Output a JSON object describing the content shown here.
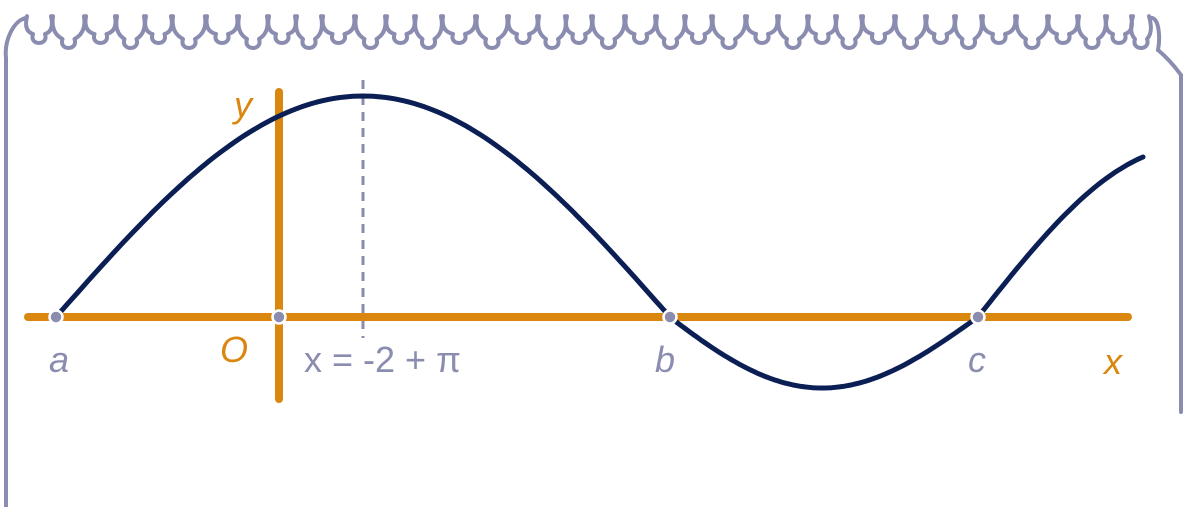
{
  "colors": {
    "frame": "#8a8db0",
    "axis": "#d9870f",
    "curve": "#0b1f55",
    "point": "#8a8db0",
    "label_gray": "#8a8db0",
    "label_orange": "#d9870f",
    "background": "#ffffff"
  },
  "labels": {
    "y_axis": "y",
    "x_axis": "x",
    "origin": "O",
    "point_a": "a",
    "point_b": "b",
    "point_c": "c",
    "symmetry_line": "x = -2 + π"
  },
  "chart_data": {
    "type": "line",
    "title": "",
    "description_text": "",
    "points_on_x_axis": [
      {
        "label": "a"
      },
      {
        "label": "O"
      },
      {
        "label": "b"
      },
      {
        "label": "c"
      }
    ],
    "symmetry_line_label": "x = -2 + π",
    "grid": false,
    "legend": "none"
  }
}
